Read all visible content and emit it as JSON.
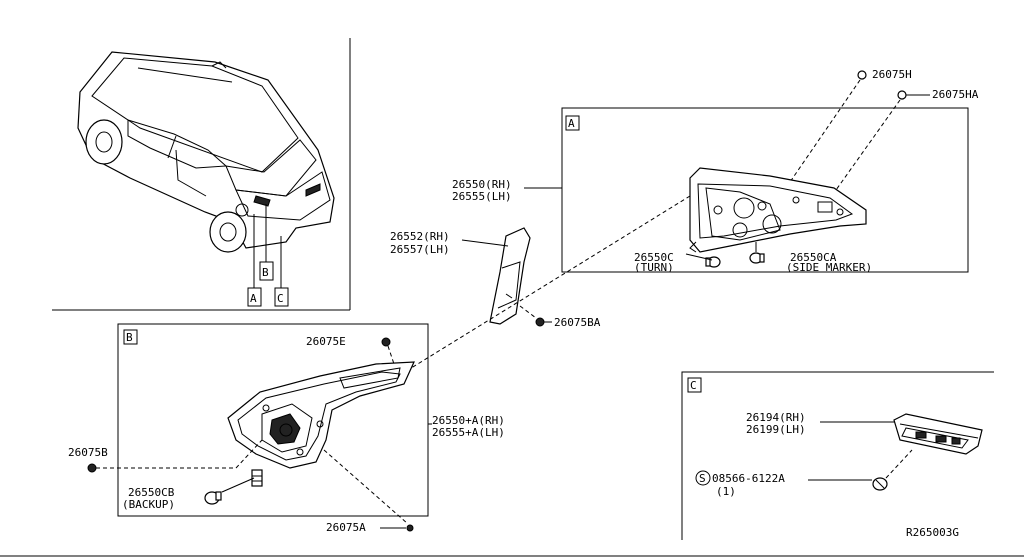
{
  "callouts": {
    "a": "A",
    "b": "B",
    "c": "C"
  },
  "panel_a": {
    "tag": "A",
    "clip_h": "26075H",
    "clip_ha": "26075HA",
    "lamp_rh": "26550(RH)",
    "lamp_lh": "26555(LH)",
    "bulb_turn_part": "26550C",
    "bulb_turn_desc": "(TURN)",
    "bulb_side_part": "26550CA",
    "bulb_side_desc": "(SIDE MARKER)"
  },
  "finisher": {
    "part_rh": "26552(RH)",
    "part_lh": "26557(LH)",
    "clip_ba": "26075BA"
  },
  "panel_b": {
    "tag": "B",
    "clip_e": "26075E",
    "clip_b": "26075B",
    "lamp_rh": "26550+A(RH)",
    "lamp_lh": "26555+A(LH)",
    "bulb_backup_part": "26550CB",
    "bulb_backup_desc": "(BACKUP)",
    "clip_a": "26075A"
  },
  "panel_c": {
    "tag": "C",
    "lamp_rh": "26194(RH)",
    "lamp_lh": "26199(LH)",
    "screw_symbol": "S",
    "screw_part": "08566-6122A",
    "screw_qty": "(1)"
  },
  "diagram_code": "R265003G"
}
